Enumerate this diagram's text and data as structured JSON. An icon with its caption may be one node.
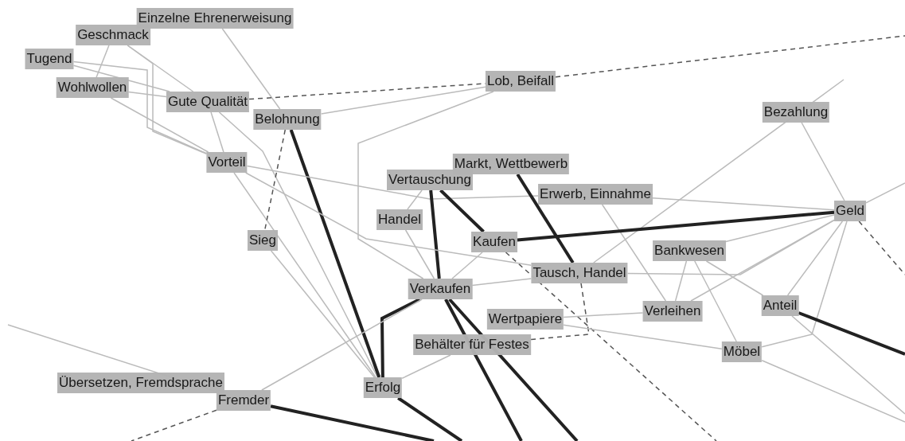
{
  "diagram": {
    "nodes": [
      {
        "text": [
          "Einzelne Ehrenerweisung"
        ]
      },
      {
        "text": [
          "Geschmack"
        ]
      },
      {
        "text": [
          "Tugend"
        ]
      },
      {
        "text": [
          "Wohlwollen"
        ]
      },
      {
        "text": [
          "Gute Qualität"
        ]
      },
      {
        "text": [
          "Belohnung"
        ]
      },
      {
        "text": [
          "Lob, Beifall"
        ]
      },
      {
        "text": [
          "Bezahlung"
        ]
      },
      {
        "text": [
          "Vorteil"
        ]
      },
      {
        "text": [
          "Markt, Wettbewerb"
        ]
      },
      {
        "text": [
          "Vertauschung"
        ]
      },
      {
        "text": [
          "Erwerb, Einnahme"
        ]
      },
      {
        "text": [
          "Geld"
        ]
      },
      {
        "text": [
          "Handel"
        ]
      },
      {
        "text": [
          "Sieg"
        ]
      },
      {
        "text": [
          "Kaufen"
        ]
      },
      {
        "text": [
          "Bankwesen"
        ]
      },
      {
        "text": [
          "Tausch, Handel"
        ]
      },
      {
        "text": [
          "Verkaufen"
        ]
      },
      {
        "text": [
          "Verleihen"
        ]
      },
      {
        "text": [
          "Anteil"
        ]
      },
      {
        "text": [
          "Wertpapiere"
        ]
      },
      {
        "text": [
          "Behälter für Festes"
        ]
      },
      {
        "text": [
          "Möbel"
        ]
      },
      {
        "text": [
          "Übersetzen, Fremdsprache"
        ]
      },
      {
        "text": [
          "Fremder"
        ]
      },
      {
        "text": [
          "Erfolg"
        ]
      }
    ],
    "edges": [
      {
        "from": 0,
        "to": 5,
        "arrow": "none"
      },
      {
        "from": 1,
        "to": 3,
        "arrow": "none"
      },
      {
        "from": 2,
        "to": 4,
        "arrow": "none"
      },
      {
        "from": 1,
        "to": 4,
        "arrow": "none"
      },
      {
        "from": 2,
        "to": 8,
        "arrow": "none"
      },
      {
        "from": 1,
        "to": 8,
        "arrow": "none"
      },
      {
        "from": 3,
        "to": 4,
        "arrow": "none"
      },
      {
        "from": 3,
        "to": 8,
        "arrow": "none"
      },
      {
        "from": 4,
        "to": 8,
        "arrow": "none"
      },
      {
        "from": 4,
        "to": 26,
        "arrow": "none"
      },
      {
        "from": 8,
        "to": 26,
        "arrow": "none"
      },
      {
        "from": 5,
        "to": 6,
        "arrow": "none"
      },
      {
        "from": 4,
        "to": 6,
        "arrow": "none",
        "style": "dashed",
        "color": "#555555"
      },
      {
        "from": 6,
        "to": null,
        "arrow": "none",
        "style": "dashed",
        "color": "#555555"
      },
      {
        "from": 5,
        "to": 14,
        "arrow": "none",
        "style": "dashed",
        "color": "#555555"
      },
      {
        "from": 5,
        "to": 26,
        "arrow": "none",
        "style": "thick",
        "color": "#222222"
      },
      {
        "from": 8,
        "to": 11,
        "arrow": "none"
      },
      {
        "from": 6,
        "to": 18,
        "arrow": "none"
      },
      {
        "from": 7,
        "to": 12,
        "arrow": "none"
      },
      {
        "from": null,
        "to": 17,
        "arrow": "none"
      },
      {
        "from": 9,
        "to": 17,
        "arrow": "none",
        "style": "thick",
        "color": "#222222"
      },
      {
        "from": 10,
        "to": 18,
        "arrow": "none",
        "style": "thick",
        "color": "#222222"
      },
      {
        "from": 10,
        "to": 15,
        "arrow": "none",
        "style": "thick",
        "color": "#222222"
      },
      {
        "from": 10,
        "to": 13,
        "arrow": "none"
      },
      {
        "from": 11,
        "to": 12,
        "arrow": "none"
      },
      {
        "from": 11,
        "to": 19,
        "arrow": "none"
      },
      {
        "from": 15,
        "to": 12,
        "arrow": "none",
        "style": "thick",
        "color": "#222222"
      },
      {
        "from": 16,
        "to": 12,
        "arrow": "none"
      },
      {
        "from": 17,
        "to": 12,
        "arrow": "none"
      },
      {
        "from": 19,
        "to": 12,
        "arrow": "none"
      },
      {
        "from": 20,
        "to": 12,
        "arrow": "none"
      },
      {
        "from": 23,
        "to": 12,
        "arrow": "none"
      },
      {
        "from": 12,
        "to": null,
        "arrow": "none",
        "style": "dashed",
        "color": "#555555"
      },
      {
        "from": 12,
        "to": null,
        "arrow": "none"
      },
      {
        "from": 16,
        "to": 19,
        "arrow": "none"
      },
      {
        "from": 16,
        "to": 23,
        "arrow": "none"
      },
      {
        "from": 16,
        "to": 20,
        "arrow": "none"
      },
      {
        "from": 20,
        "to": null,
        "arrow": "none",
        "style": "thick",
        "color": "#222222"
      },
      {
        "from": 18,
        "to": 26,
        "arrow": "none",
        "style": "thick",
        "color": "#222222"
      },
      {
        "from": 18,
        "to": null,
        "arrow": "none",
        "style": "thick",
        "color": "#222222"
      },
      {
        "from": 18,
        "to": null,
        "arrow": "none",
        "style": "thick",
        "color": "#222222"
      },
      {
        "from": 18,
        "to": 17,
        "arrow": "none"
      },
      {
        "from": 18,
        "to": 15,
        "arrow": "none"
      },
      {
        "from": 13,
        "to": 18,
        "arrow": "none"
      },
      {
        "from": 15,
        "to": null,
        "arrow": "none",
        "style": "dashed",
        "color": "#555555"
      },
      {
        "from": 17,
        "to": 22,
        "arrow": "none",
        "style": "dashed",
        "color": "#555555"
      },
      {
        "from": 21,
        "to": 19,
        "arrow": "none"
      },
      {
        "from": 21,
        "to": 23,
        "arrow": "none"
      },
      {
        "from": 22,
        "to": 26,
        "arrow": "none"
      },
      {
        "from": null,
        "to": 25,
        "arrow": "none"
      },
      {
        "from": 25,
        "to": 18,
        "arrow": "none"
      },
      {
        "from": 25,
        "to": null,
        "arrow": "none",
        "style": "thick",
        "color": "#222222"
      },
      {
        "from": 25,
        "to": null,
        "arrow": "none",
        "style": "dashed",
        "color": "#555555"
      },
      {
        "from": 26,
        "to": null,
        "arrow": "none",
        "style": "thick",
        "color": "#222222"
      },
      {
        "from": 23,
        "to": null,
        "arrow": "none"
      },
      {
        "from": 20,
        "to": null,
        "arrow": "none"
      },
      {
        "from": 14,
        "to": 26,
        "arrow": "none"
      },
      {
        "from": 8,
        "to": 17,
        "arrow": "none"
      }
    ]
  }
}
